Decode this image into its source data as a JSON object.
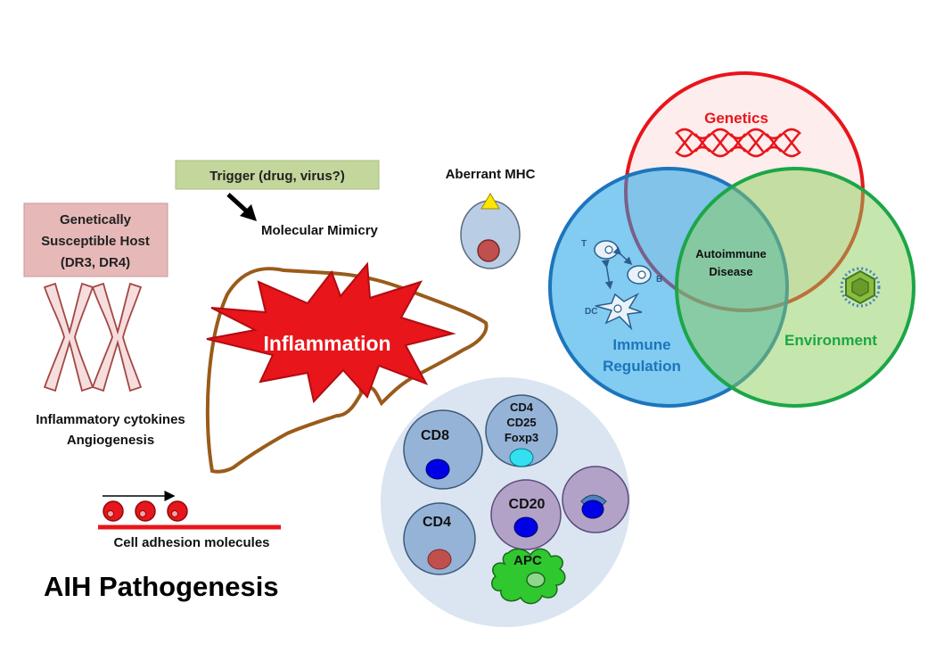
{
  "title": "AIH Pathogenesis",
  "host_box": {
    "lines": [
      "Genetically",
      "Susceptible Host",
      "(DR3, DR4)"
    ]
  },
  "trigger_box": "Trigger (drug, virus?)",
  "molecular_mimicry": "Molecular Mimicry",
  "aberrant_mhc": "Aberrant MHC",
  "inflammation": "Inflammation",
  "cytokines": [
    "Inflammatory cytokines",
    "Angiogenesis"
  ],
  "adhesion": "Cell adhesion molecules",
  "venn": {
    "genetics": "Genetics",
    "immune": [
      "Immune",
      "Regulation"
    ],
    "environment": "Environment",
    "center": [
      "Autoimmune",
      "Disease"
    ],
    "cells": {
      "t": "T",
      "b": "B",
      "dc": "DC"
    }
  },
  "cell_panel": {
    "cd8": "CD8",
    "treg": [
      "CD4",
      "CD25",
      "Foxp3"
    ],
    "cd4": "CD4",
    "cd20": "CD20",
    "apc": "APC"
  },
  "colors": {
    "genetics_ring": "#e8151b",
    "immune_ring": "#1c75bc",
    "environment_ring": "#1ca648",
    "inflammation_star": "#e8151b",
    "liver_outline": "#9a5b1a",
    "host_box_fill": "#e6b9b8",
    "trigger_box_fill": "#c3d69b"
  }
}
